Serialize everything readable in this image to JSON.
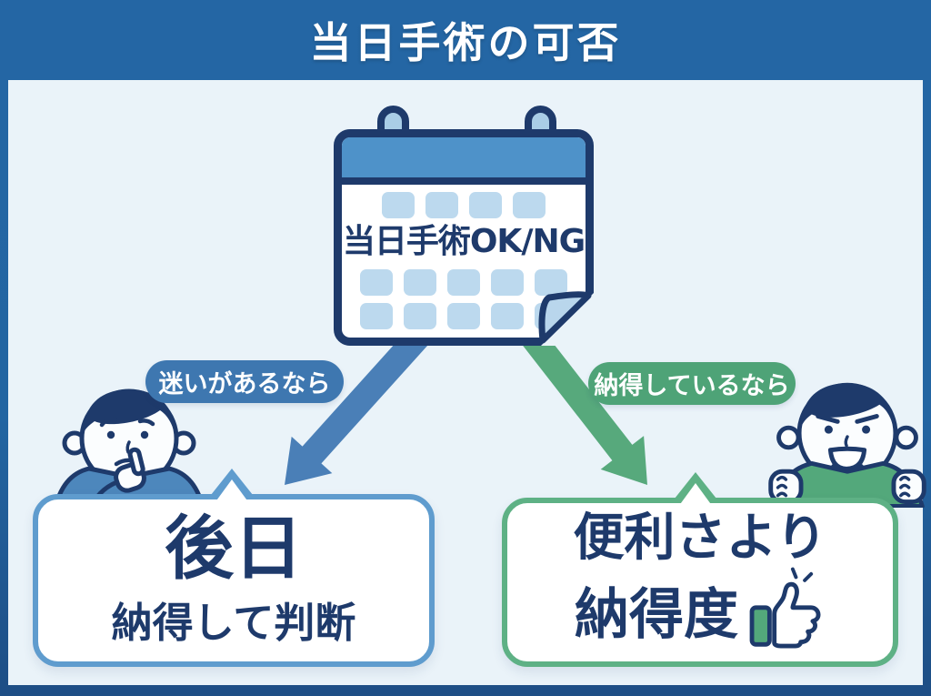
{
  "header": {
    "title": "当日手術の可否"
  },
  "calendar": {
    "label": "当日手術OK/NG",
    "icon": "calendar-icon"
  },
  "branches": {
    "left": {
      "condition_label": "迷いがあるなら",
      "result_title": "後日",
      "result_subtitle": "納得して判断",
      "character": "thinking-person-icon",
      "arrow_color": "#4a7fb7",
      "pill_color": "#3e77b0",
      "bubble_border_color": "#5f9cce"
    },
    "right": {
      "condition_label": "納得しているなら",
      "result_title": "便利さより",
      "result_subtitle": "納得度",
      "character": "excited-person-icon",
      "result_icon": "thumbs-up-icon",
      "arrow_color": "#57a97c",
      "pill_color": "#4ea377",
      "bubble_border_color": "#5eb185"
    }
  },
  "colors": {
    "frame": "#2365a2",
    "frame_bottom": "#1e4e85",
    "canvas_background": "#eaf3f9",
    "text_navy": "#1e3a6b",
    "calendar_header": "#4e92c9",
    "calendar_cell": "#bcd9ee",
    "calendar_ring": "#a9cde6",
    "white": "#ffffff"
  }
}
